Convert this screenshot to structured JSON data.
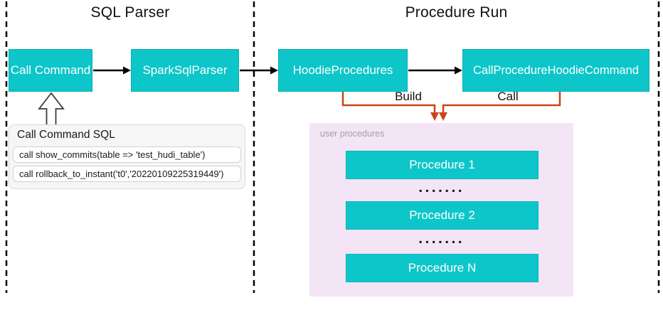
{
  "sections": {
    "sql_parser": {
      "title": "SQL Parser"
    },
    "procedure_run": {
      "title": "Procedure Run"
    }
  },
  "nodes": {
    "call_command": {
      "label": "Call Command"
    },
    "spark_sql_parser": {
      "label": "SparkSqlParser"
    },
    "hoodie_procedures": {
      "label": "HoodieProcedures"
    },
    "call_procedure_hoodie_command": {
      "label": "CallProcedureHoodieCommand"
    }
  },
  "edges": {
    "build_label": "Build",
    "call_label": "Call"
  },
  "sql_panel": {
    "title": "Call Command SQL",
    "rows": [
      "call show_commits(table => 'test_hudi_table')",
      "call rollback_to_instant('t0','20220109225319449')"
    ]
  },
  "user_procedures": {
    "label": "user procedures",
    "items": [
      "Procedure 1",
      "Procedure 2",
      "Procedure N"
    ],
    "ellipsis": "▪▪▪▪▪▪▪"
  },
  "colors": {
    "node_teal": "#0dc6c9",
    "panel_lavender": "#f3e4f6",
    "connector_red": "#ca431d",
    "line_black": "#000000",
    "sql_panel_bg": "#f6f6f7"
  }
}
